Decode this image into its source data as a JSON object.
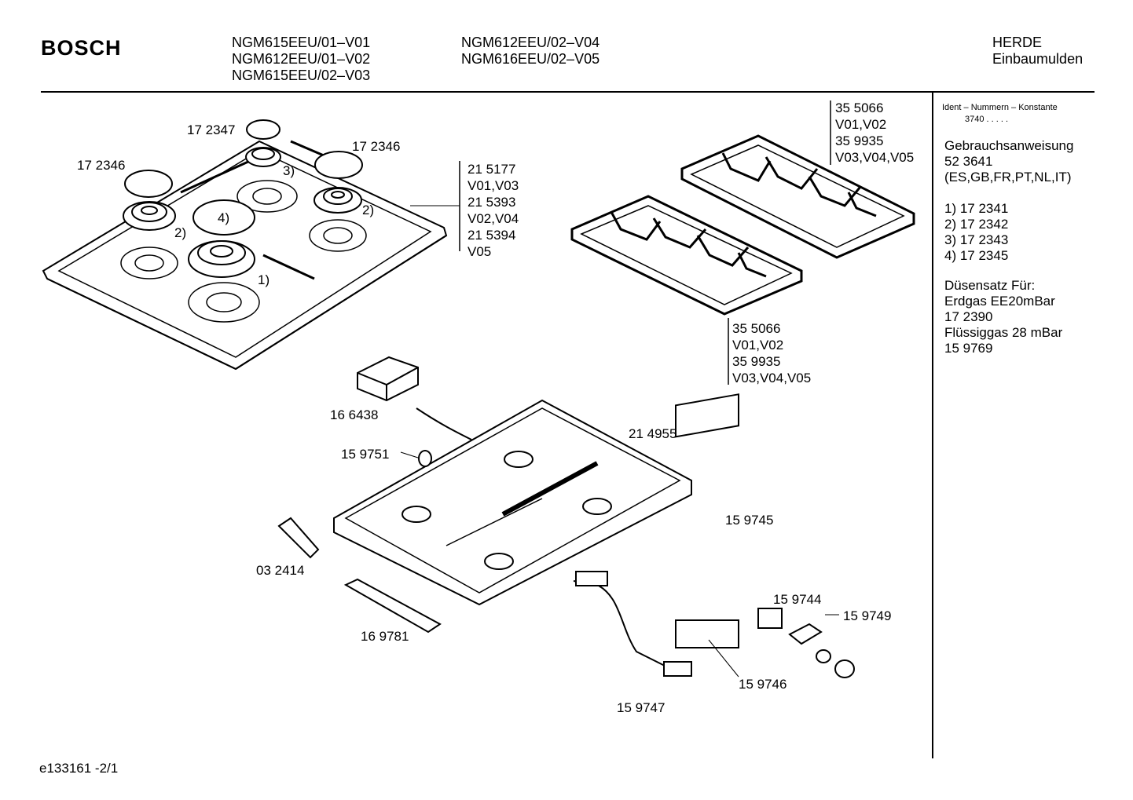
{
  "header": {
    "brand": "BOSCH",
    "models_col1": [
      "NGM615EEU/01–V01",
      "NGM612EEU/01–V02",
      "NGM615EEU/02–V03"
    ],
    "models_col2": [
      "NGM612EEU/02–V04",
      "NGM616EEU/02–V05"
    ],
    "category": [
      "HERDE",
      "Einbaumulden"
    ]
  },
  "sidebar": {
    "ident_title": "Ident – Nummern – Konstante",
    "ident_value": "3740  .   .   .   .   .",
    "manual": [
      "Gebrauchsanweisung",
      "52 3641",
      "(ES,GB,FR,PT,NL,IT)"
    ],
    "burners": [
      "1)  17 2341",
      "2)  17 2342",
      "3)  17 2343",
      "4)  17 2345"
    ],
    "nozzles": [
      "Düsensatz Für:",
      "Erdgas EE20mBar",
      "17 2390",
      "Flüssiggas 28 mBar",
      "15 9769"
    ]
  },
  "labels": {
    "cap_top": "17 2347",
    "cap_left": "17 2346",
    "cap_right": "17 2346",
    "m4": "4)",
    "m3": "3)",
    "m2a": "2)",
    "m2b": "2)",
    "m1": "1)",
    "cover_parts": [
      "21 5177",
      "V01,V03",
      "21 5393",
      "V02,V04",
      "21 5394",
      "V05"
    ],
    "grate_top": [
      "35 5066",
      "V01,V02",
      "35 9935",
      "V03,V04,V05"
    ],
    "grate_bottom": [
      "35 5066",
      "V01,V02",
      "35 9935",
      "V03,V04,V05"
    ],
    "p166438": "16 6438",
    "p159751": "15 9751",
    "p214955": "21 4955",
    "p159745": "15 9745",
    "p032414": "03 2414",
    "p159744": "15 9744",
    "p159749": "15 9749",
    "p169781": "16 9781",
    "p159746": "15 9746",
    "p159747": "15 9747"
  },
  "footer": {
    "ref": "e133161   -2/1"
  }
}
